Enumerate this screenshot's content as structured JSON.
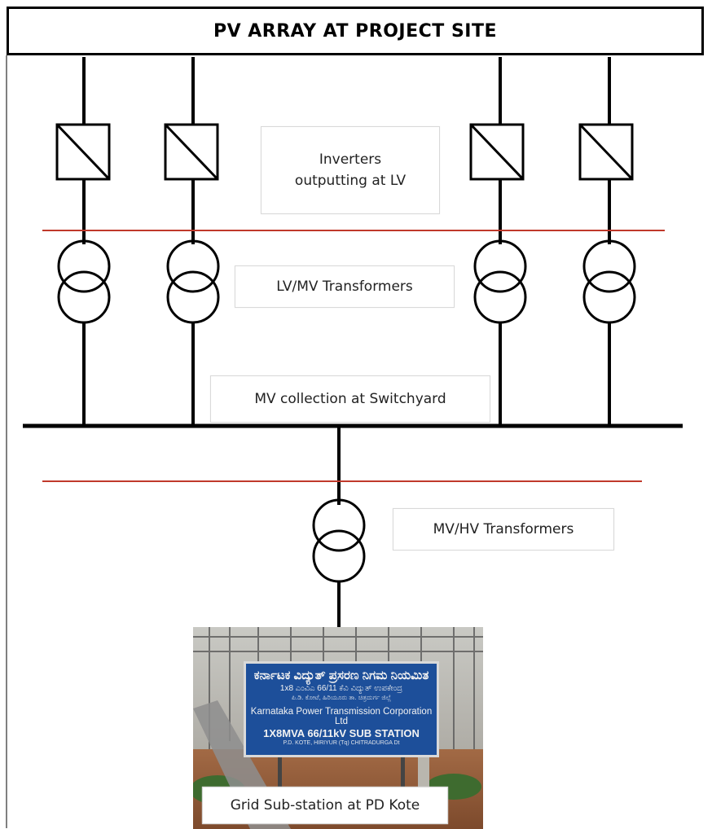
{
  "title": "PV ARRAY AT PROJECT SITE",
  "labels": {
    "inverters_line1": "Inverters",
    "inverters_line2": "outputting at LV",
    "lv_mv": "LV/MV Transformers",
    "mv_collection": "MV collection at Switchyard",
    "mv_hv": "MV/HV Transformers",
    "grid": "Grid Sub-station at PD Kote"
  },
  "sign": {
    "line1": "ಕರ್ನಾಟಕ ವಿದ್ಯುತ್ ಪ್ರಸರಣ ನಿಗಮ ನಿಯಮಿತ",
    "line2": "1x8 ಎಂವಿಎ 66/11 ಕೆವಿ ವಿದ್ಯುತ್ ಉಪಕೇಂದ್ರ",
    "line3": "ಪಿ.ಡಿ. ಕೋಟೆ, ಹಿರಿಯೂರು ತಾ. ಚಿತ್ರದುರ್ಗ ಜಿಲ್ಲೆ",
    "line4": "Karnataka Power Transmission Corporation Ltd",
    "line5": "1X8MVA 66/11kV SUB STATION",
    "line6": "P.D. KOTE, HIRIYUR (Tq) CHITRADURGA Dt"
  },
  "colors": {
    "line": "#000000",
    "separator": "#c0392b",
    "sign_bg": "#1d4f9a"
  }
}
